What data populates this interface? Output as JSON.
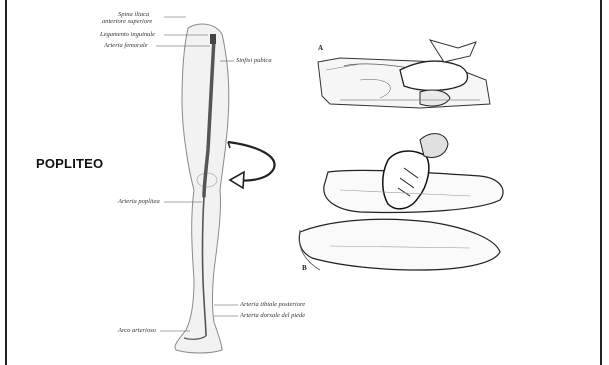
{
  "slide": {
    "title": "POPLITEO",
    "labels": {
      "spina_1": "Spina iliaca",
      "spina_2": "anteriore superiore",
      "legamento": "Legamento inguinale",
      "femorale": "Arteria femorale",
      "sinfisi": "Sinfisi pubica",
      "poplitea": "Arteria poplitea",
      "tibiale": "Arteria tibiale posteriore",
      "dorsale": "Arteria dorsale del piede",
      "arco": "Arco arterioso"
    },
    "figure_letters": {
      "a": "A",
      "b": "B"
    },
    "colors": {
      "artery": "#555555",
      "outline": "#8a8a8a",
      "arrow": "#222222",
      "border": "#222222"
    }
  }
}
